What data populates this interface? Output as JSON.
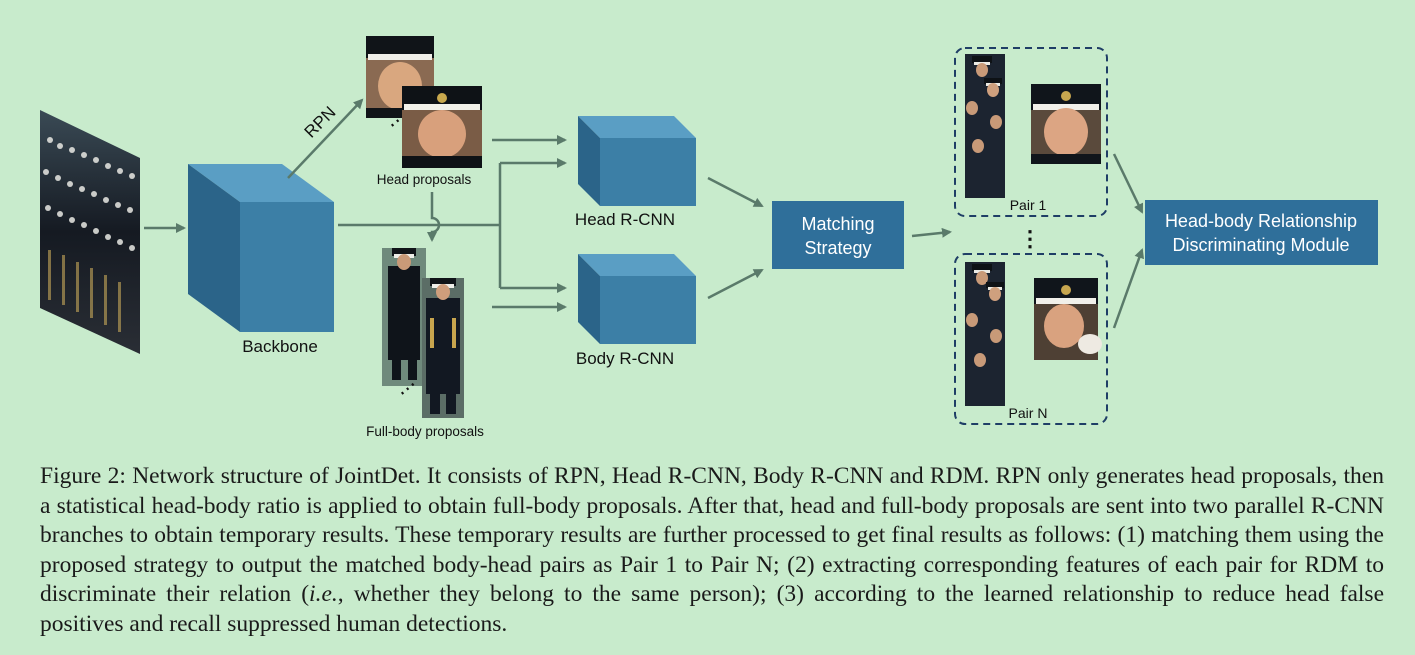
{
  "diagram": {
    "rpn_label": "RPN",
    "backbone_label": "Backbone",
    "head_proposals_label": "Head proposals",
    "fullbody_proposals_label": "Full-body proposals",
    "head_rcnn_label": "Head R-CNN",
    "body_rcnn_label": "Body R-CNN",
    "matching_line1": "Matching",
    "matching_line2": "Strategy",
    "pair1_label": "Pair 1",
    "pairN_label": "Pair N",
    "ellipsis": "⋮",
    "rdm_line1": "Head-body Relationship",
    "rdm_line2": "Discriminating Module"
  },
  "caption": {
    "part1": "Figure 2: Network structure of JointDet. It consists of RPN, Head R-CNN, Body R-CNN and RDM. RPN only generates head proposals, then a statistical head-body ratio is applied to obtain full-body proposals. After that, head and full-body proposals are sent into two parallel R-CNN branches to obtain temporary results. These temporary results are further processed to get final results as follows: (1) matching them using the proposed strategy to output the matched body-head pairs as Pair 1 to Pair N; (2) extracting corresponding features of each pair for RDM to discriminate their relation (",
    "ie": "i.e.",
    "part2": ", whether they belong to the same person); (3) according to the learned relationship to reduce head false positives and recall suppressed human detections."
  },
  "colors": {
    "background": "#c8ebcc",
    "cube_front": "#3c7fa6",
    "cube_top": "#5a9ec4",
    "cube_side": "#2b6489",
    "module_box": "#2f6f9a",
    "arrow": "#5a7a6a",
    "dashed": "#1f3e66"
  }
}
